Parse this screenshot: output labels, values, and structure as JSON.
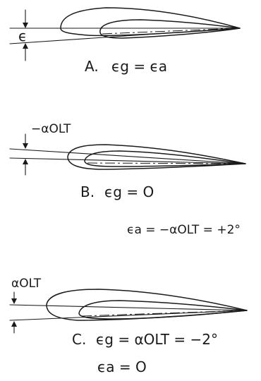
{
  "panels": [
    {
      "letter": "A.",
      "angle_label": "ϵ",
      "equations": [
        "ϵg = ϵa"
      ]
    },
    {
      "letter": "B.",
      "angle_label": "−αOLT",
      "equations": [
        "ϵg = O",
        "ϵa = −αOLT = +2°"
      ]
    },
    {
      "letter": "C.",
      "angle_label": "αOLT",
      "equations": [
        "ϵg = αOLT = −2°",
        "ϵa = O"
      ]
    }
  ]
}
